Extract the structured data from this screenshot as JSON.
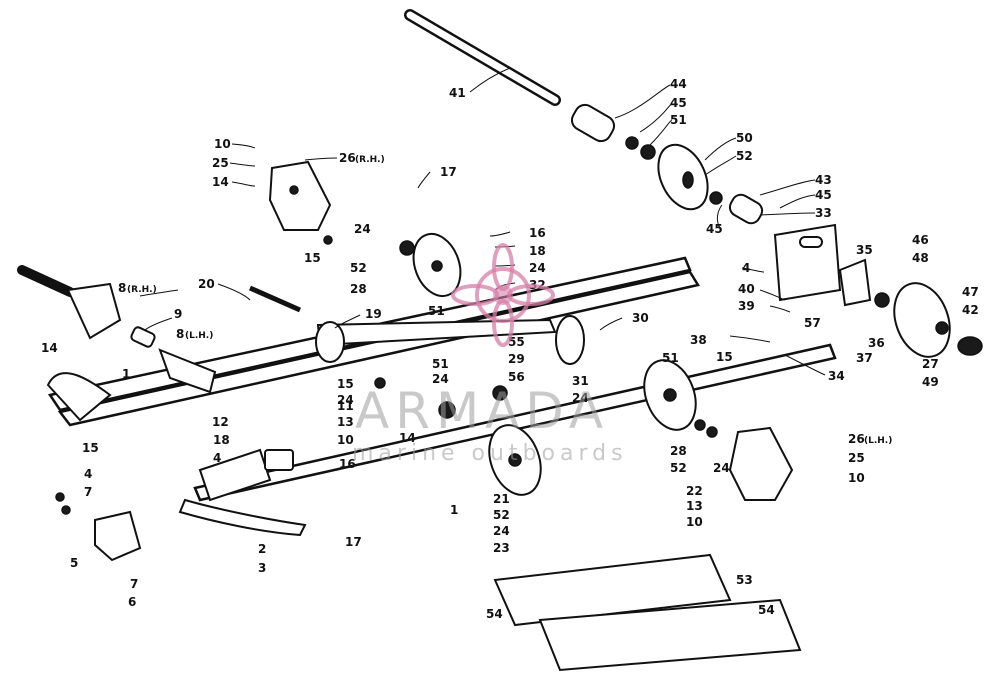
{
  "watermark": {
    "brand": "ARMADA",
    "subtitle": "marine outboards"
  },
  "callouts": {
    "c41": "41",
    "c44": "44",
    "c45a": "45",
    "c51a": "51",
    "c50": "50",
    "c52a": "52",
    "c43": "43",
    "c45b": "45",
    "c33": "33",
    "c45c": "45",
    "c10a": "10",
    "c25a": "25",
    "c14a": "14",
    "c26rh": "26",
    "c26rh_tag": "(R.H.)",
    "c17a": "17",
    "c16a": "16",
    "c18a": "18",
    "c24a": "24",
    "c32": "32",
    "c24b": "24",
    "c52b": "52",
    "c28a": "28",
    "c15a": "15",
    "c20": "20",
    "c8rh": "8",
    "c8rh_tag": "(R.H.)",
    "c9": "9",
    "c8lh": "8",
    "c8lh_tag": "(L.H.)",
    "c19": "19",
    "c51b": "51",
    "c30": "30",
    "c55": "55",
    "c29": "29",
    "c4a": "4",
    "c40": "40",
    "c39": "39",
    "c57": "57",
    "c35": "35",
    "c46": "46",
    "c48": "48",
    "c47": "47",
    "c42": "42",
    "c36": "36",
    "c37": "37",
    "c27": "27",
    "c49": "49",
    "c38": "38",
    "c15b": "15",
    "c34": "34",
    "c14b": "14",
    "c1a": "1",
    "c15c": "15",
    "c15d": "15",
    "c24c": "24",
    "c11": "11",
    "c12": "12",
    "c13a": "13",
    "c10b": "10",
    "c14c": "14",
    "c51c": "51",
    "c24d": "24",
    "c56": "56",
    "c31": "31",
    "c24e": "24",
    "c51d": "51",
    "c18b": "18",
    "c4b": "4",
    "c16b": "16",
    "c28b": "28",
    "c52c": "52",
    "c24f": "24",
    "c26lh": "26",
    "c26lh_tag": "(L.H.)",
    "c25b": "25",
    "c10c": "10",
    "c4c": "4",
    "c7a": "7",
    "c1b": "1",
    "c21": "21",
    "c52d": "52",
    "c24g": "24",
    "c23": "23",
    "c22": "22",
    "c13b": "13",
    "c10d": "10",
    "c17b": "17",
    "c5": "5",
    "c2": "2",
    "c3": "3",
    "c7b": "7",
    "c6": "6",
    "c53": "53",
    "c54a": "54",
    "c54b": "54"
  }
}
